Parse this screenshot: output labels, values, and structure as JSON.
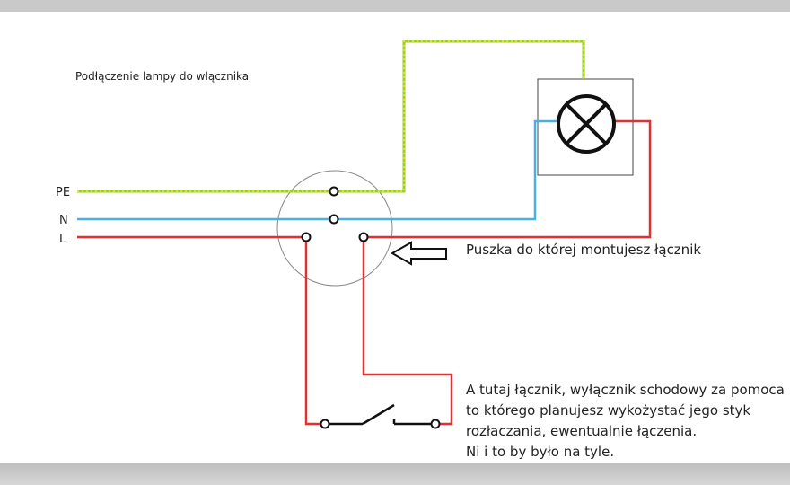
{
  "diagram": {
    "title": "Podłączenie lampy do włącznika",
    "labels": {
      "pe": "PE",
      "n": "N",
      "l": "L"
    },
    "box_note": "Puszka do której montujesz łącznik",
    "switch_note": [
      "A tutaj łącznik, wyłącznik schodowy za pomoca",
      "to którego planujesz wykożystać jego styk",
      "rozłaczania, ewentualnie łączenia.",
      "Ni i to by było na tyle."
    ],
    "colors": {
      "pe_wire": "#9acd32",
      "pe_dash": "#f2f200",
      "neutral_wire": "#4ab0e0",
      "live_wire": "#e03030",
      "junction_box": "#888888",
      "contacts": "#111111"
    }
  }
}
